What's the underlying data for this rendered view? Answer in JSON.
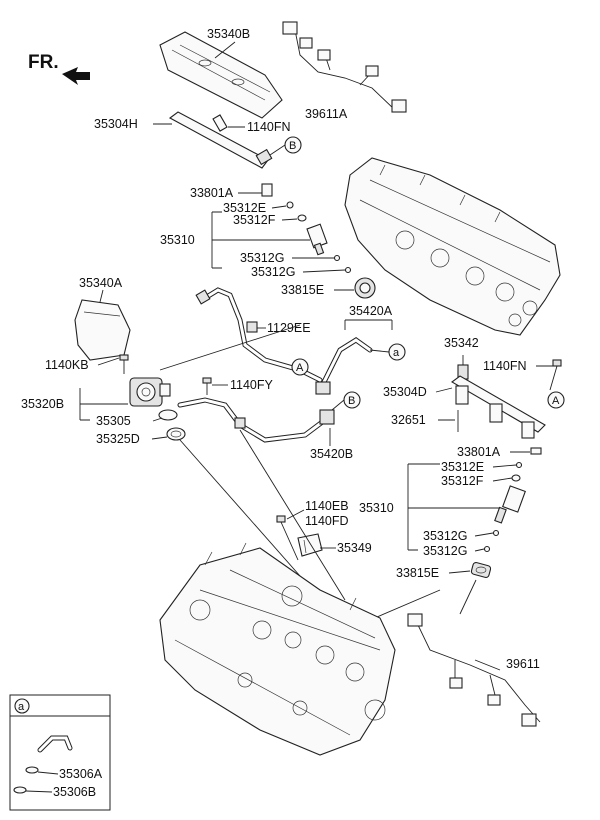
{
  "direction_label": "FR.",
  "callout_a": "a",
  "callout_A": "A",
  "callout_B": "B",
  "inset": {
    "letter": "a",
    "labels": [
      "35306A",
      "35306B"
    ]
  },
  "labels": {
    "l35340B": "35340B",
    "l39611A": "39611A",
    "l35304H": "35304H",
    "l1140FN_top": "1140FN",
    "l33801A_top": "33801A",
    "l35312E_top": "35312E",
    "l35312F_top": "35312F",
    "l35310_top": "35310",
    "l35312G_top1": "35312G",
    "l35312G_top2": "35312G",
    "l33815E_top": "33815E",
    "l35340A": "35340A",
    "l1129EE": "1129EE",
    "l35420A": "35420A",
    "l1140KB": "1140KB",
    "l1140FY": "1140FY",
    "l35320B": "35320B",
    "l35305": "35305",
    "l35325D": "35325D",
    "l35420B": "35420B",
    "l35342": "35342",
    "l1140FN_right": "1140FN",
    "l35304D": "35304D",
    "l32651": "32651",
    "l33801A_right": "33801A",
    "l35312E_right": "35312E",
    "l35312F_right": "35312F",
    "l35310_right": "35310",
    "l35312G_right1": "35312G",
    "l35312G_right2": "35312G",
    "l33815E_right": "33815E",
    "l1140EB": "1140EB",
    "l1140FD": "1140FD",
    "l35349": "35349",
    "l39611": "39611"
  }
}
